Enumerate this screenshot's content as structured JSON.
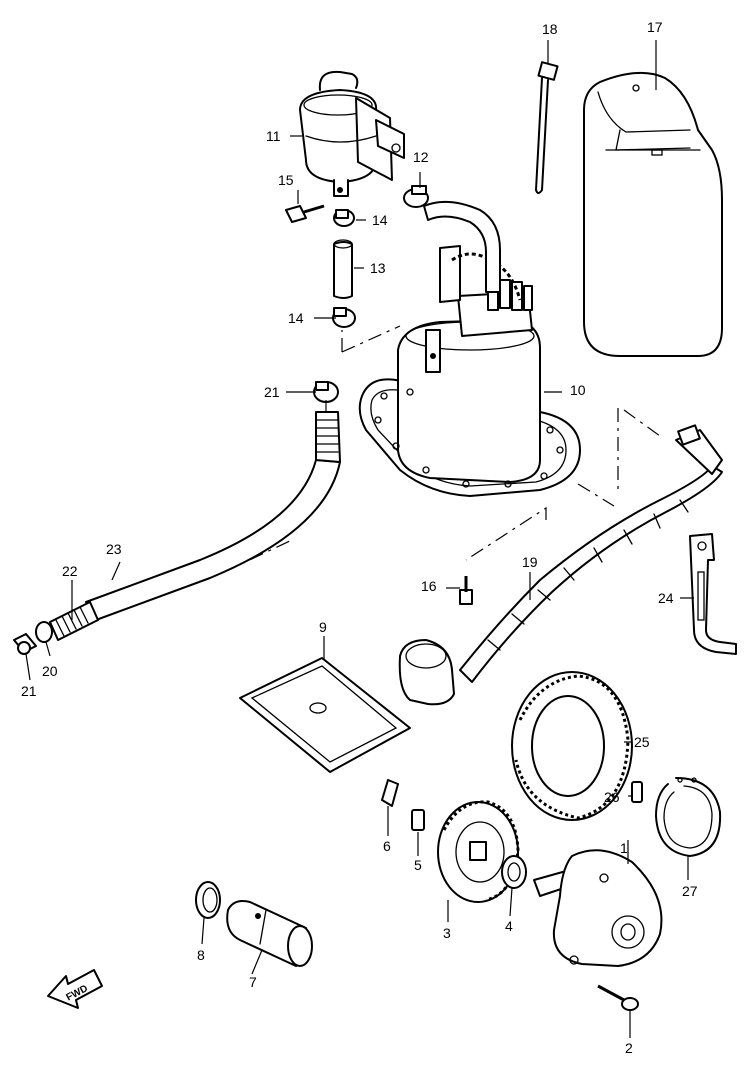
{
  "callouts": {
    "c1": "1",
    "c2": "2",
    "c3": "3",
    "c4": "4",
    "c5": "5",
    "c6": "6",
    "c7": "7",
    "c8": "8",
    "c9": "9",
    "c10": "10",
    "c11": "11",
    "c12": "12",
    "c13": "13",
    "c14a": "14",
    "c14b": "14",
    "c15": "15",
    "c16": "16",
    "c17": "17",
    "c18": "18",
    "c19": "19",
    "c20": "20",
    "c21a": "21",
    "c21b": "21",
    "c22": "22",
    "c23": "23",
    "c24": "24",
    "c25": "25",
    "c26": "26",
    "c27": "27"
  },
  "fwd_label": "FWD",
  "colors": {
    "ink": "#000000",
    "paper": "#ffffff"
  }
}
